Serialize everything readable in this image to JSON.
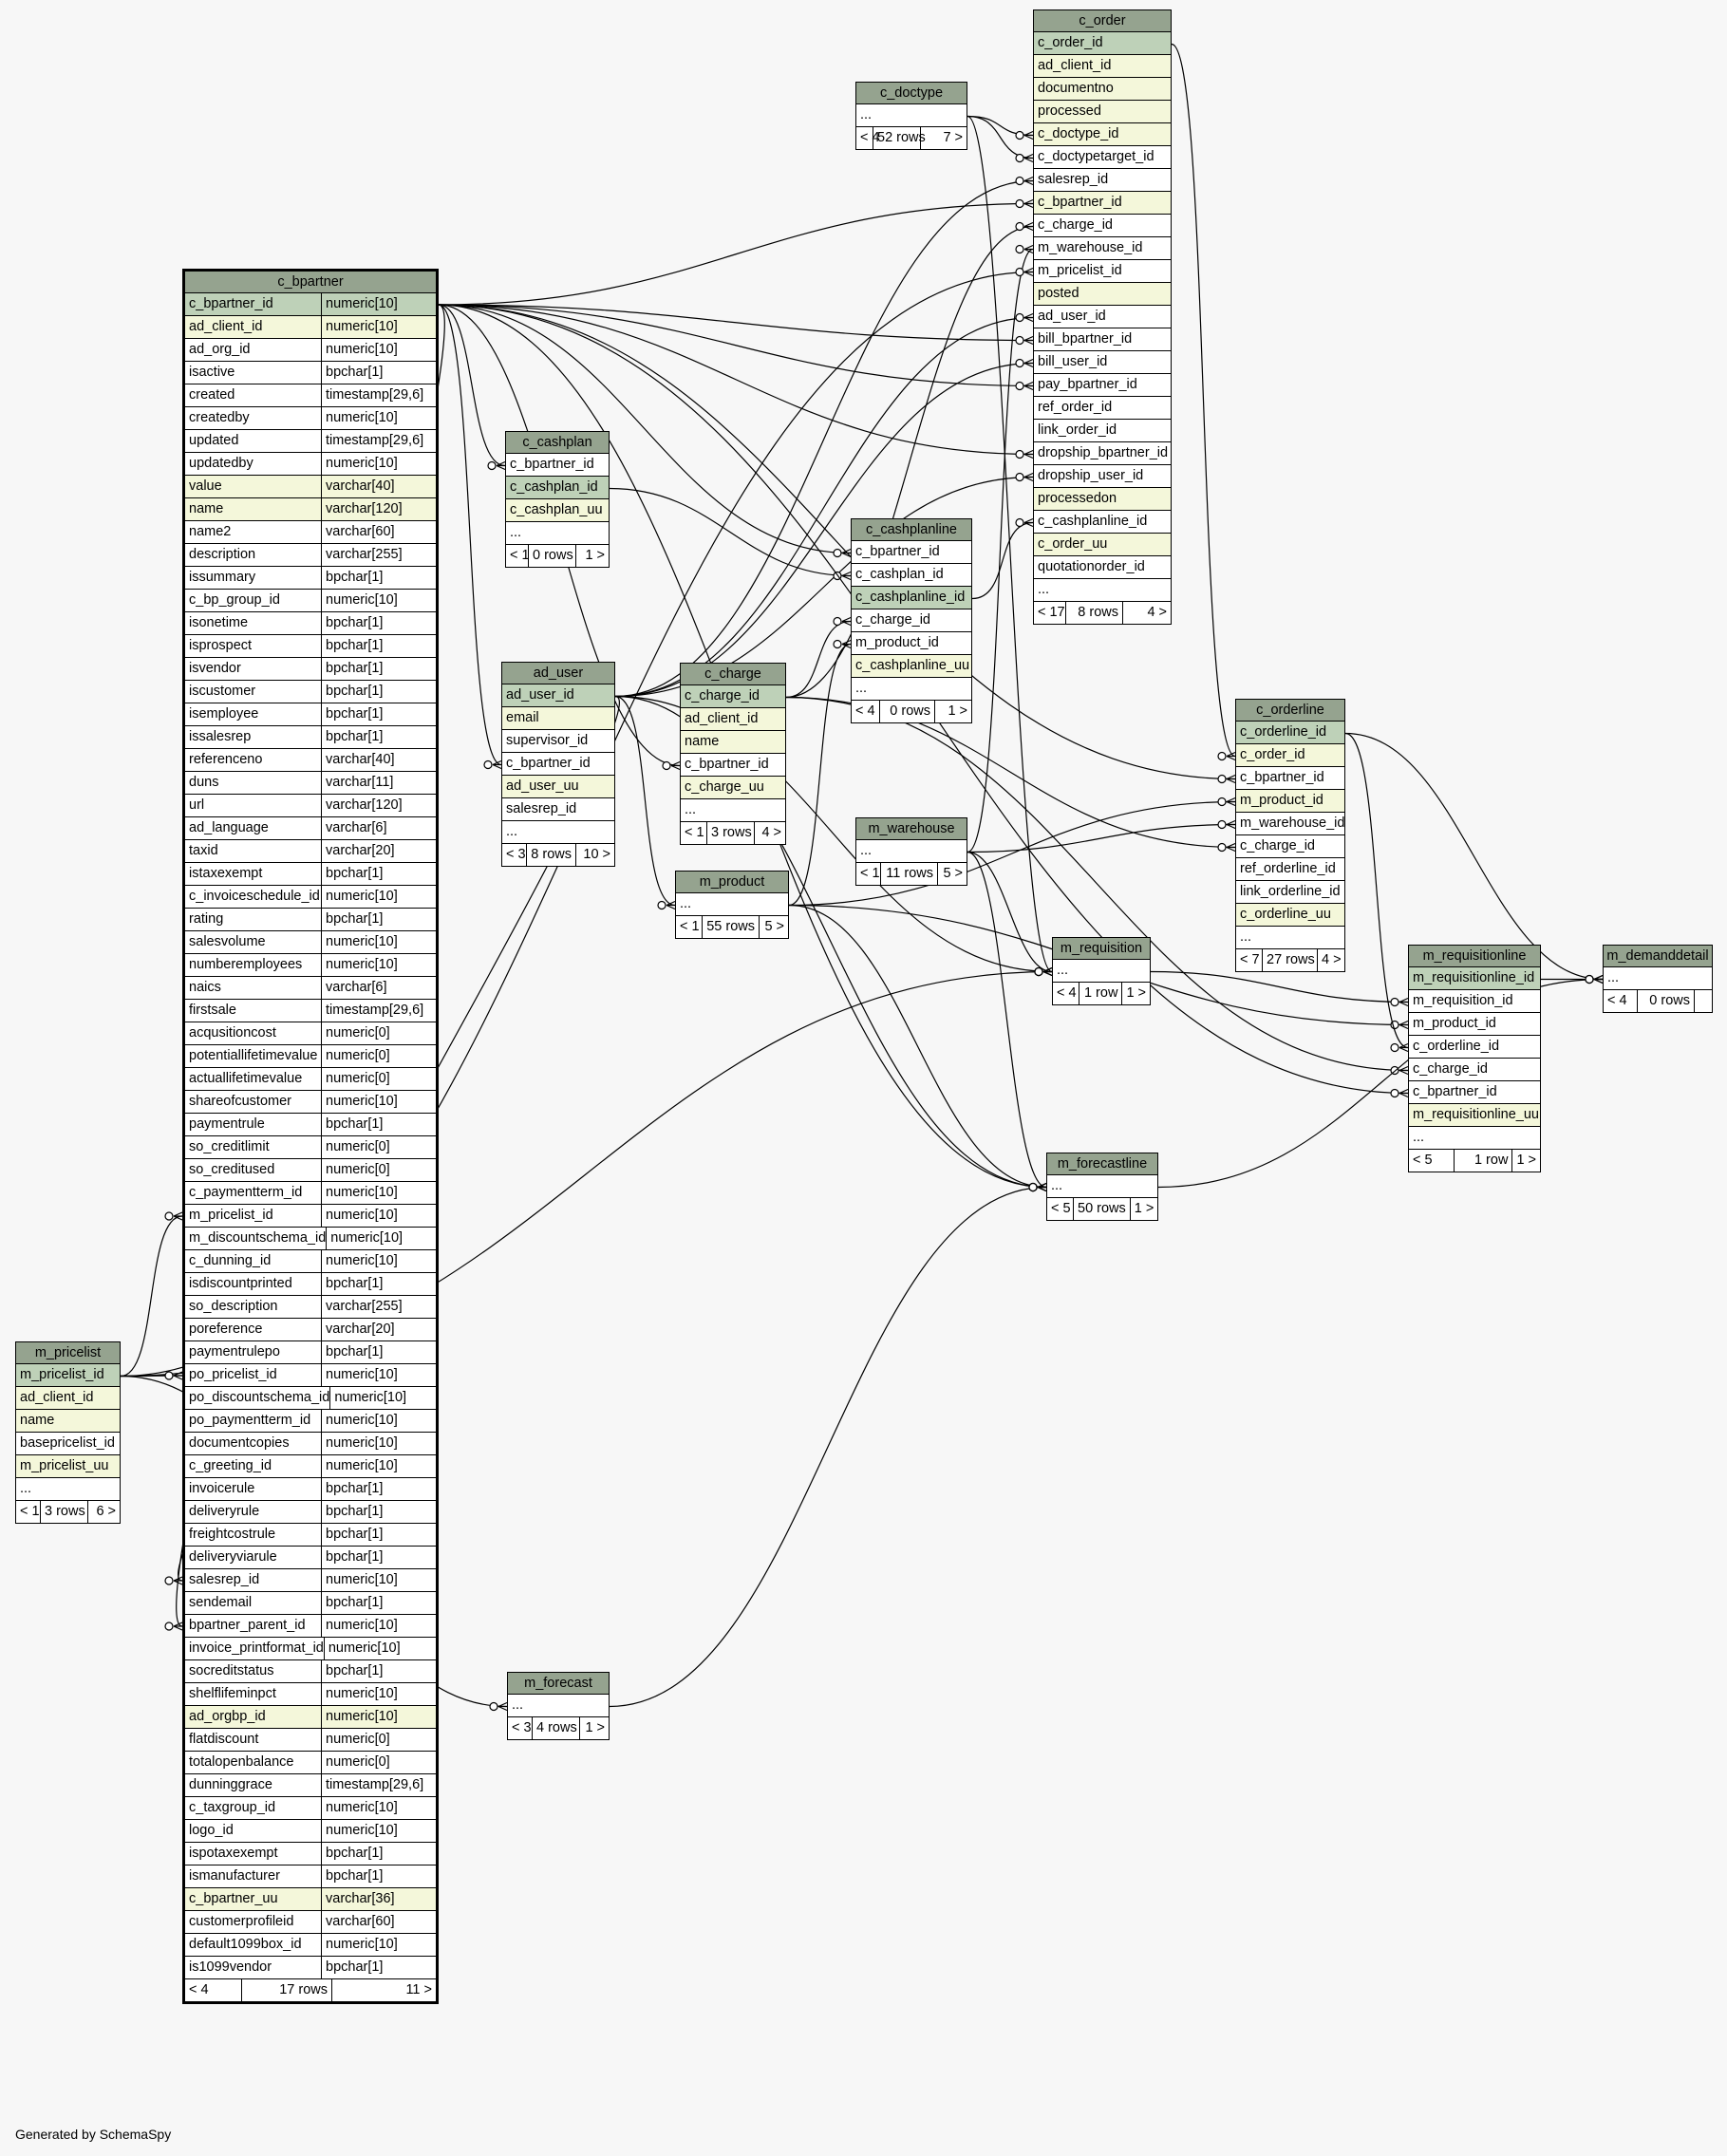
{
  "footer_text": "Generated by SchemaSpy",
  "colors": {
    "background": "#f7f7f7",
    "header": "#95a38f",
    "primary_key": "#bed1b8",
    "indexed": "#f4f7da",
    "line": "#000000"
  },
  "tables": [
    {
      "id": "c_order",
      "name": "c_order",
      "columns": [
        {
          "name": "c_order_id",
          "k": "pk"
        },
        {
          "name": "ad_client_id",
          "k": "idx"
        },
        {
          "name": "documentno",
          "k": "idx"
        },
        {
          "name": "processed",
          "k": "idx"
        },
        {
          "name": "c_doctype_id",
          "k": "idx"
        },
        {
          "name": "c_doctypetarget_id",
          "k": ""
        },
        {
          "name": "salesrep_id",
          "k": ""
        },
        {
          "name": "c_bpartner_id",
          "k": "idx"
        },
        {
          "name": "c_charge_id",
          "k": ""
        },
        {
          "name": "m_warehouse_id",
          "k": ""
        },
        {
          "name": "m_pricelist_id",
          "k": ""
        },
        {
          "name": "posted",
          "k": "idx"
        },
        {
          "name": "ad_user_id",
          "k": ""
        },
        {
          "name": "bill_bpartner_id",
          "k": ""
        },
        {
          "name": "bill_user_id",
          "k": ""
        },
        {
          "name": "pay_bpartner_id",
          "k": ""
        },
        {
          "name": "ref_order_id",
          "k": ""
        },
        {
          "name": "link_order_id",
          "k": ""
        },
        {
          "name": "dropship_bpartner_id",
          "k": ""
        },
        {
          "name": "dropship_user_id",
          "k": ""
        },
        {
          "name": "processedon",
          "k": "idx"
        },
        {
          "name": "c_cashplanline_id",
          "k": ""
        },
        {
          "name": "c_order_uu",
          "k": "idx"
        },
        {
          "name": "quotationorder_id",
          "k": ""
        },
        {
          "name": "...",
          "k": ""
        }
      ],
      "footer": {
        "left": "< 17",
        "center": "8 rows",
        "right": "4 >"
      }
    },
    {
      "id": "c_doctype",
      "name": "c_doctype",
      "columns": [
        {
          "name": "...",
          "k": ""
        }
      ],
      "footer": {
        "left": "< 4",
        "center": "52 rows",
        "right": "7 >"
      }
    },
    {
      "id": "c_bpartner",
      "name": "c_bpartner",
      "main": true,
      "columns": [
        {
          "name": "c_bpartner_id",
          "type": "numeric[10]",
          "k": "pk"
        },
        {
          "name": "ad_client_id",
          "type": "numeric[10]",
          "k": "idx"
        },
        {
          "name": "ad_org_id",
          "type": "numeric[10]",
          "k": ""
        },
        {
          "name": "isactive",
          "type": "bpchar[1]",
          "k": ""
        },
        {
          "name": "created",
          "type": "timestamp[29,6]",
          "k": ""
        },
        {
          "name": "createdby",
          "type": "numeric[10]",
          "k": ""
        },
        {
          "name": "updated",
          "type": "timestamp[29,6]",
          "k": ""
        },
        {
          "name": "updatedby",
          "type": "numeric[10]",
          "k": ""
        },
        {
          "name": "value",
          "type": "varchar[40]",
          "k": "idx"
        },
        {
          "name": "name",
          "type": "varchar[120]",
          "k": "idx"
        },
        {
          "name": "name2",
          "type": "varchar[60]",
          "k": ""
        },
        {
          "name": "description",
          "type": "varchar[255]",
          "k": ""
        },
        {
          "name": "issummary",
          "type": "bpchar[1]",
          "k": ""
        },
        {
          "name": "c_bp_group_id",
          "type": "numeric[10]",
          "k": ""
        },
        {
          "name": "isonetime",
          "type": "bpchar[1]",
          "k": ""
        },
        {
          "name": "isprospect",
          "type": "bpchar[1]",
          "k": ""
        },
        {
          "name": "isvendor",
          "type": "bpchar[1]",
          "k": ""
        },
        {
          "name": "iscustomer",
          "type": "bpchar[1]",
          "k": ""
        },
        {
          "name": "isemployee",
          "type": "bpchar[1]",
          "k": ""
        },
        {
          "name": "issalesrep",
          "type": "bpchar[1]",
          "k": ""
        },
        {
          "name": "referenceno",
          "type": "varchar[40]",
          "k": ""
        },
        {
          "name": "duns",
          "type": "varchar[11]",
          "k": ""
        },
        {
          "name": "url",
          "type": "varchar[120]",
          "k": ""
        },
        {
          "name": "ad_language",
          "type": "varchar[6]",
          "k": ""
        },
        {
          "name": "taxid",
          "type": "varchar[20]",
          "k": ""
        },
        {
          "name": "istaxexempt",
          "type": "bpchar[1]",
          "k": ""
        },
        {
          "name": "c_invoiceschedule_id",
          "type": "numeric[10]",
          "k": ""
        },
        {
          "name": "rating",
          "type": "bpchar[1]",
          "k": ""
        },
        {
          "name": "salesvolume",
          "type": "numeric[10]",
          "k": ""
        },
        {
          "name": "numberemployees",
          "type": "numeric[10]",
          "k": ""
        },
        {
          "name": "naics",
          "type": "varchar[6]",
          "k": ""
        },
        {
          "name": "firstsale",
          "type": "timestamp[29,6]",
          "k": ""
        },
        {
          "name": "acqusitioncost",
          "type": "numeric[0]",
          "k": ""
        },
        {
          "name": "potentiallifetimevalue",
          "type": "numeric[0]",
          "k": ""
        },
        {
          "name": "actuallifetimevalue",
          "type": "numeric[0]",
          "k": ""
        },
        {
          "name": "shareofcustomer",
          "type": "numeric[10]",
          "k": ""
        },
        {
          "name": "paymentrule",
          "type": "bpchar[1]",
          "k": ""
        },
        {
          "name": "so_creditlimit",
          "type": "numeric[0]",
          "k": ""
        },
        {
          "name": "so_creditused",
          "type": "numeric[0]",
          "k": ""
        },
        {
          "name": "c_paymentterm_id",
          "type": "numeric[10]",
          "k": ""
        },
        {
          "name": "m_pricelist_id",
          "type": "numeric[10]",
          "k": ""
        },
        {
          "name": "m_discountschema_id",
          "type": "numeric[10]",
          "k": ""
        },
        {
          "name": "c_dunning_id",
          "type": "numeric[10]",
          "k": ""
        },
        {
          "name": "isdiscountprinted",
          "type": "bpchar[1]",
          "k": ""
        },
        {
          "name": "so_description",
          "type": "varchar[255]",
          "k": ""
        },
        {
          "name": "poreference",
          "type": "varchar[20]",
          "k": ""
        },
        {
          "name": "paymentrulepo",
          "type": "bpchar[1]",
          "k": ""
        },
        {
          "name": "po_pricelist_id",
          "type": "numeric[10]",
          "k": ""
        },
        {
          "name": "po_discountschema_id",
          "type": "numeric[10]",
          "k": ""
        },
        {
          "name": "po_paymentterm_id",
          "type": "numeric[10]",
          "k": ""
        },
        {
          "name": "documentcopies",
          "type": "numeric[10]",
          "k": ""
        },
        {
          "name": "c_greeting_id",
          "type": "numeric[10]",
          "k": ""
        },
        {
          "name": "invoicerule",
          "type": "bpchar[1]",
          "k": ""
        },
        {
          "name": "deliveryrule",
          "type": "bpchar[1]",
          "k": ""
        },
        {
          "name": "freightcostrule",
          "type": "bpchar[1]",
          "k": ""
        },
        {
          "name": "deliveryviarule",
          "type": "bpchar[1]",
          "k": ""
        },
        {
          "name": "salesrep_id",
          "type": "numeric[10]",
          "k": ""
        },
        {
          "name": "sendemail",
          "type": "bpchar[1]",
          "k": ""
        },
        {
          "name": "bpartner_parent_id",
          "type": "numeric[10]",
          "k": ""
        },
        {
          "name": "invoice_printformat_id",
          "type": "numeric[10]",
          "k": ""
        },
        {
          "name": "socreditstatus",
          "type": "bpchar[1]",
          "k": ""
        },
        {
          "name": "shelflifeminpct",
          "type": "numeric[10]",
          "k": ""
        },
        {
          "name": "ad_orgbp_id",
          "type": "numeric[10]",
          "k": "idx"
        },
        {
          "name": "flatdiscount",
          "type": "numeric[0]",
          "k": ""
        },
        {
          "name": "totalopenbalance",
          "type": "numeric[0]",
          "k": ""
        },
        {
          "name": "dunninggrace",
          "type": "timestamp[29,6]",
          "k": ""
        },
        {
          "name": "c_taxgroup_id",
          "type": "numeric[10]",
          "k": ""
        },
        {
          "name": "logo_id",
          "type": "numeric[10]",
          "k": ""
        },
        {
          "name": "ispotaxexempt",
          "type": "bpchar[1]",
          "k": ""
        },
        {
          "name": "ismanufacturer",
          "type": "bpchar[1]",
          "k": ""
        },
        {
          "name": "c_bpartner_uu",
          "type": "varchar[36]",
          "k": "idx"
        },
        {
          "name": "customerprofileid",
          "type": "varchar[60]",
          "k": ""
        },
        {
          "name": "default1099box_id",
          "type": "numeric[10]",
          "k": ""
        },
        {
          "name": "is1099vendor",
          "type": "bpchar[1]",
          "k": ""
        }
      ],
      "footer": {
        "left": "< 4",
        "center": "17 rows",
        "right": "11 >"
      }
    },
    {
      "id": "c_cashplan",
      "name": "c_cashplan",
      "columns": [
        {
          "name": "c_bpartner_id",
          "k": ""
        },
        {
          "name": "c_cashplan_id",
          "k": "pk"
        },
        {
          "name": "c_cashplan_uu",
          "k": "idx"
        },
        {
          "name": "...",
          "k": ""
        }
      ],
      "footer": {
        "left": "< 1",
        "center": "0 rows",
        "right": "1 >"
      }
    },
    {
      "id": "c_cashplanline",
      "name": "c_cashplanline",
      "columns": [
        {
          "name": "c_bpartner_id",
          "k": ""
        },
        {
          "name": "c_cashplan_id",
          "k": ""
        },
        {
          "name": "c_cashplanline_id",
          "k": "pk"
        },
        {
          "name": "c_charge_id",
          "k": ""
        },
        {
          "name": "m_product_id",
          "k": ""
        },
        {
          "name": "c_cashplanline_uu",
          "k": "idx"
        },
        {
          "name": "...",
          "k": ""
        }
      ],
      "footer": {
        "left": "< 4",
        "center": "0 rows",
        "right": "1 >"
      }
    },
    {
      "id": "ad_user",
      "name": "ad_user",
      "columns": [
        {
          "name": "ad_user_id",
          "k": "pk"
        },
        {
          "name": "email",
          "k": "idx"
        },
        {
          "name": "supervisor_id",
          "k": ""
        },
        {
          "name": "c_bpartner_id",
          "k": ""
        },
        {
          "name": "ad_user_uu",
          "k": "idx"
        },
        {
          "name": "salesrep_id",
          "k": ""
        },
        {
          "name": "...",
          "k": ""
        }
      ],
      "footer": {
        "left": "< 3",
        "center": "8 rows",
        "right": "10 >"
      }
    },
    {
      "id": "c_charge",
      "name": "c_charge",
      "columns": [
        {
          "name": "c_charge_id",
          "k": "pk"
        },
        {
          "name": "ad_client_id",
          "k": "idx"
        },
        {
          "name": "name",
          "k": "idx"
        },
        {
          "name": "c_bpartner_id",
          "k": ""
        },
        {
          "name": "c_charge_uu",
          "k": "idx"
        },
        {
          "name": "...",
          "k": ""
        }
      ],
      "footer": {
        "left": "< 1",
        "center": "3 rows",
        "right": "4 >"
      }
    },
    {
      "id": "m_product",
      "name": "m_product",
      "columns": [
        {
          "name": "...",
          "k": ""
        }
      ],
      "footer": {
        "left": "< 1",
        "center": "55 rows",
        "right": "5 >"
      }
    },
    {
      "id": "m_warehouse",
      "name": "m_warehouse",
      "columns": [
        {
          "name": "...",
          "k": ""
        }
      ],
      "footer": {
        "left": "< 1",
        "center": "11 rows",
        "right": "5 >"
      }
    },
    {
      "id": "c_orderline",
      "name": "c_orderline",
      "columns": [
        {
          "name": "c_orderline_id",
          "k": "pk"
        },
        {
          "name": "c_order_id",
          "k": "idx"
        },
        {
          "name": "c_bpartner_id",
          "k": ""
        },
        {
          "name": "m_product_id",
          "k": "idx"
        },
        {
          "name": "m_warehouse_id",
          "k": ""
        },
        {
          "name": "c_charge_id",
          "k": ""
        },
        {
          "name": "ref_orderline_id",
          "k": ""
        },
        {
          "name": "link_orderline_id",
          "k": ""
        },
        {
          "name": "c_orderline_uu",
          "k": "idx"
        },
        {
          "name": "...",
          "k": ""
        }
      ],
      "footer": {
        "left": "< 7",
        "center": "27 rows",
        "right": "4 >"
      }
    },
    {
      "id": "m_requisition",
      "name": "m_requisition",
      "columns": [
        {
          "name": "...",
          "k": ""
        }
      ],
      "footer": {
        "left": "< 4",
        "center": "1 row",
        "right": "1 >"
      }
    },
    {
      "id": "m_requisitionline",
      "name": "m_requisitionline",
      "columns": [
        {
          "name": "m_requisitionline_id",
          "k": "pk"
        },
        {
          "name": "m_requisition_id",
          "k": ""
        },
        {
          "name": "m_product_id",
          "k": ""
        },
        {
          "name": "c_orderline_id",
          "k": ""
        },
        {
          "name": "c_charge_id",
          "k": ""
        },
        {
          "name": "c_bpartner_id",
          "k": ""
        },
        {
          "name": "m_requisitionline_uu",
          "k": "idx"
        },
        {
          "name": "...",
          "k": ""
        }
      ],
      "footer": {
        "left": "< 5",
        "center": "1 row",
        "right": "1 >"
      }
    },
    {
      "id": "m_demanddetail",
      "name": "m_demanddetail",
      "columns": [
        {
          "name": "...",
          "k": ""
        }
      ],
      "footer": {
        "left": "< 4",
        "center": "0 rows",
        "right": ""
      }
    },
    {
      "id": "m_forecastline",
      "name": "m_forecastline",
      "columns": [
        {
          "name": "...",
          "k": ""
        }
      ],
      "footer": {
        "left": "< 5",
        "center": "50 rows",
        "right": "1 >"
      }
    },
    {
      "id": "m_pricelist",
      "name": "m_pricelist",
      "columns": [
        {
          "name": "m_pricelist_id",
          "k": "pk"
        },
        {
          "name": "ad_client_id",
          "k": "idx"
        },
        {
          "name": "name",
          "k": "idx"
        },
        {
          "name": "basepricelist_id",
          "k": ""
        },
        {
          "name": "m_pricelist_uu",
          "k": "idx"
        },
        {
          "name": "...",
          "k": ""
        }
      ],
      "footer": {
        "left": "< 1",
        "center": "3 rows",
        "right": "6 >"
      }
    },
    {
      "id": "m_forecast",
      "name": "m_forecast",
      "columns": [
        {
          "name": "...",
          "k": ""
        }
      ],
      "footer": {
        "left": "< 3",
        "center": "4 rows",
        "right": "1 >"
      }
    }
  ]
}
